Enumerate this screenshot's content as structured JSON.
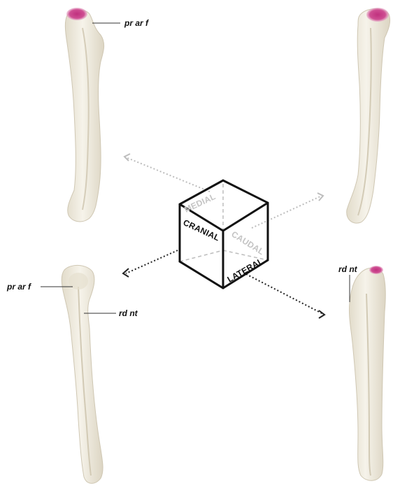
{
  "labels": {
    "top_left_facet": "pr ar f",
    "bottom_left_facet": "pr ar f",
    "bottom_left_notch": "rd nt",
    "bottom_right_notch": "rd nt"
  },
  "cube": {
    "medial": "MEDIAL",
    "cranial": "CRANIAL",
    "caudal": "CAUDAL",
    "lateral": "LATERAL"
  },
  "colors": {
    "bone_fill": "#efeadc",
    "bone_shadow": "#d9d2c0",
    "articular_highlight": "#c0317e",
    "cube_edge": "#111111",
    "hidden_edge": "#bdbdbd",
    "hidden_label": "#c4c4c4",
    "arrow_dark": "#222222",
    "arrow_light": "#bdbdbd"
  }
}
